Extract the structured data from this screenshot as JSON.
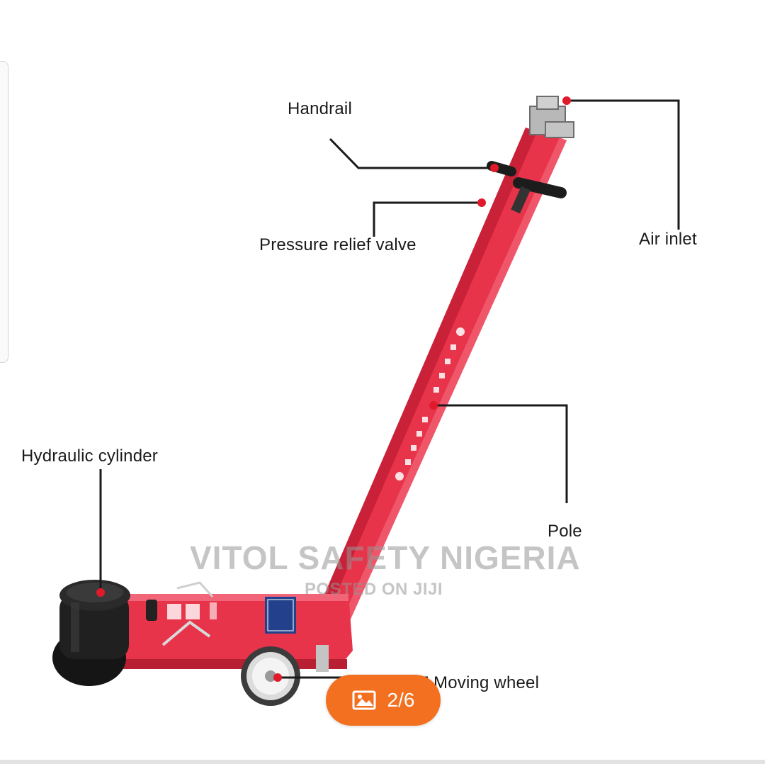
{
  "labels": {
    "handrail": "Handrail",
    "pressure_relief_valve": "Pressure relief valve",
    "air_inlet": "Air inlet",
    "hydraulic_cylinder": "Hydraulic cylinder",
    "pole": "Pole",
    "moving_wheel": "Moving wheel"
  },
  "watermark": {
    "main": "VITOL SAFETY NIGERIA",
    "sub": "POSTED ON JIJI"
  },
  "gallery": {
    "counter": "2/6",
    "icon": "image-icon"
  },
  "colors": {
    "jack_red": "#e8344a",
    "callout_dot": "#e01a2a",
    "counter_bg": "#f2701f"
  }
}
